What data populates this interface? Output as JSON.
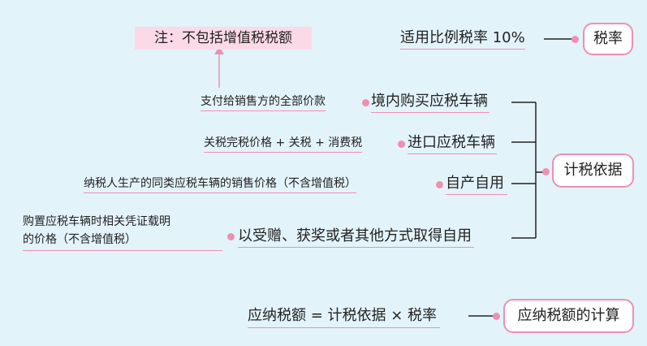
{
  "note": {
    "text": "注：不包括增值税税额"
  },
  "rate": {
    "title": "税率",
    "detail": "适用比例税率 10%"
  },
  "basis": {
    "title": "计税依据",
    "items": [
      {
        "label": "境内购买应税车辆",
        "detail": "支付给销售方的全部价款"
      },
      {
        "label": "进口应税车辆",
        "detail": "关税完税价格 + 关税 + 消费税"
      },
      {
        "label": "自产自用",
        "detail": "纳税人生产的同类应税车辆的销售价格（不含增值税）"
      },
      {
        "label": "以受赠、获奖或者其他方式取得自用",
        "detail_line1": "购置应税车辆时相关凭证载明",
        "detail_line2": "的价格（不含增值税）"
      }
    ]
  },
  "calc": {
    "title": "应纳税额的计算",
    "formula": "应纳税额 = 计税依据 × 税率"
  },
  "colors": {
    "accent": "#ef8fb3",
    "background": "#e3f3fa",
    "note_bg": "#fbd9e6"
  }
}
